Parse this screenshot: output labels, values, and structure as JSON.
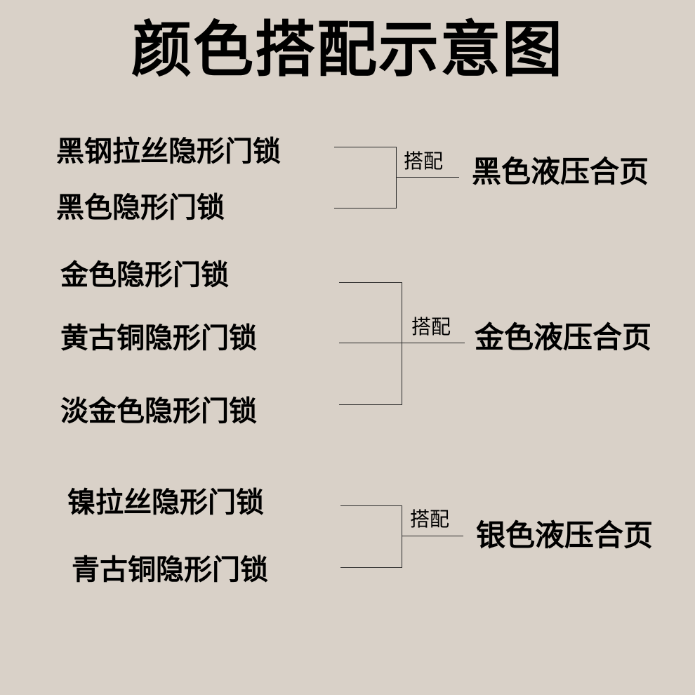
{
  "title": "颜色搭配示意图",
  "groups": [
    {
      "items": [
        "黑钢拉丝隐形门锁",
        "黑色隐形门锁"
      ],
      "pair_label": "搭配",
      "result": "黑色液压合页"
    },
    {
      "items": [
        "金色隐形门锁",
        "黄古铜隐形门锁",
        "淡金色隐形门锁"
      ],
      "pair_label": "搭配",
      "result": "金色液压合页"
    },
    {
      "items": [
        "镍拉丝隐形门锁",
        "青古铜隐形门锁"
      ],
      "pair_label": "搭配",
      "result": "银色液压合页"
    }
  ],
  "colors": {
    "background": "#d9d1c8",
    "text": "#000000",
    "line": "#2a2a2a"
  }
}
